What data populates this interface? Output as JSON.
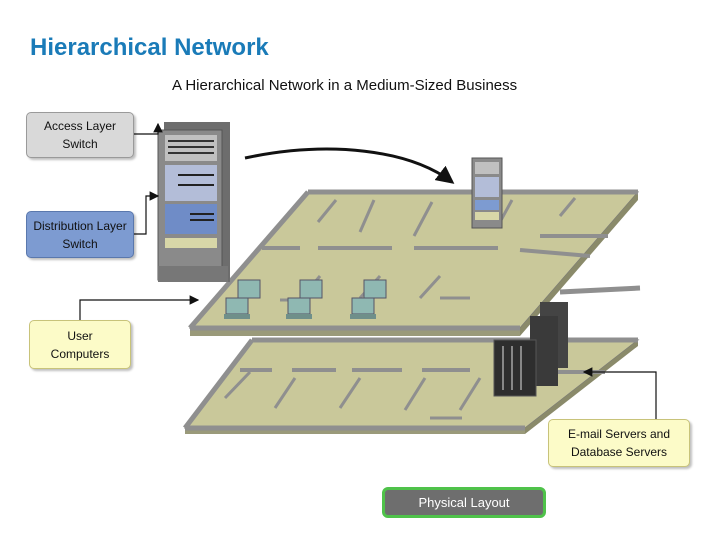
{
  "slide_title": "Hierarchical Network",
  "diagram_title": "A Hierarchical Network in a Medium-Sized Business",
  "callouts": {
    "access_line1": "Access Layer",
    "access_line2": "Switch",
    "distribution_line1": "Distribution Layer",
    "distribution_line2": "Switch",
    "users_line1": "User",
    "users_line2": "Computers",
    "servers_line1": "E-mail Servers and",
    "servers_line2": "Database Servers"
  },
  "physical_layout_button": "Physical Layout",
  "colors": {
    "title": "#1a7bb8",
    "floor": "#c9c89a",
    "wall": "#8f8f8f",
    "access_box": "#d9d9d9",
    "distribution_box": "#7d9bd1",
    "note_box": "#fcfbc8",
    "button_border": "#4fc24a"
  }
}
